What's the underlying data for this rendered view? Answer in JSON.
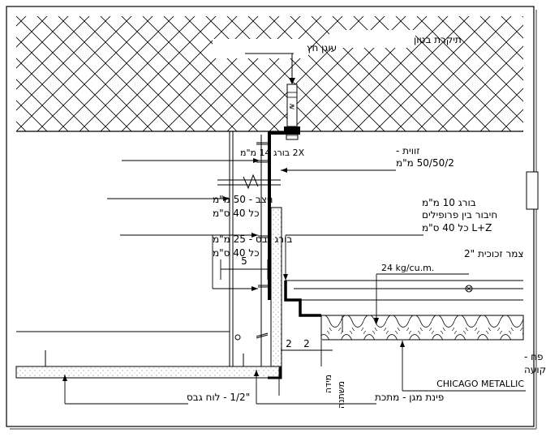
{
  "labels": {
    "concrete_ceiling": "תיקרת בטון",
    "anchor": "עוגן חץ",
    "screw_2x14": "2X בורג 14 מ\"מ",
    "angle_title": "זווית -",
    "angle_size": "50/50/2 מ\"מ",
    "stud_line1": "ניצב - 50 מ\"מ",
    "stud_line2": "כל 40 ס\"מ",
    "screw10_line1": "בורג 10 מ\"מ",
    "screw10_line2": "חיבור בין פרופילים",
    "screw10_line3": "L+Z כל 40 ס\"מ",
    "gypsum_screw_line1": "בורג גבס - 25 מ\"מ",
    "gypsum_screw_line2": "כל 40 ס\"מ",
    "dim_5": "5",
    "wool_line1": "צמר זכוכית \"2",
    "wool_line2": "24 kg/cu.m.",
    "dim_2a": "2",
    "dim_2b": "2",
    "measure_line1": "מידה",
    "measure_line2": "משתנה",
    "metal_ceiling_line1": "תיקרת מגשי פח -",
    "metal_ceiling_line2": "מגולוון חצי שקועה",
    "metal_ceiling_line3": "CHICAGO METALLIC",
    "gypsum_board": "\"1/2 - לוח גבס",
    "corner_guard": "פינת מגן - מתכת"
  }
}
